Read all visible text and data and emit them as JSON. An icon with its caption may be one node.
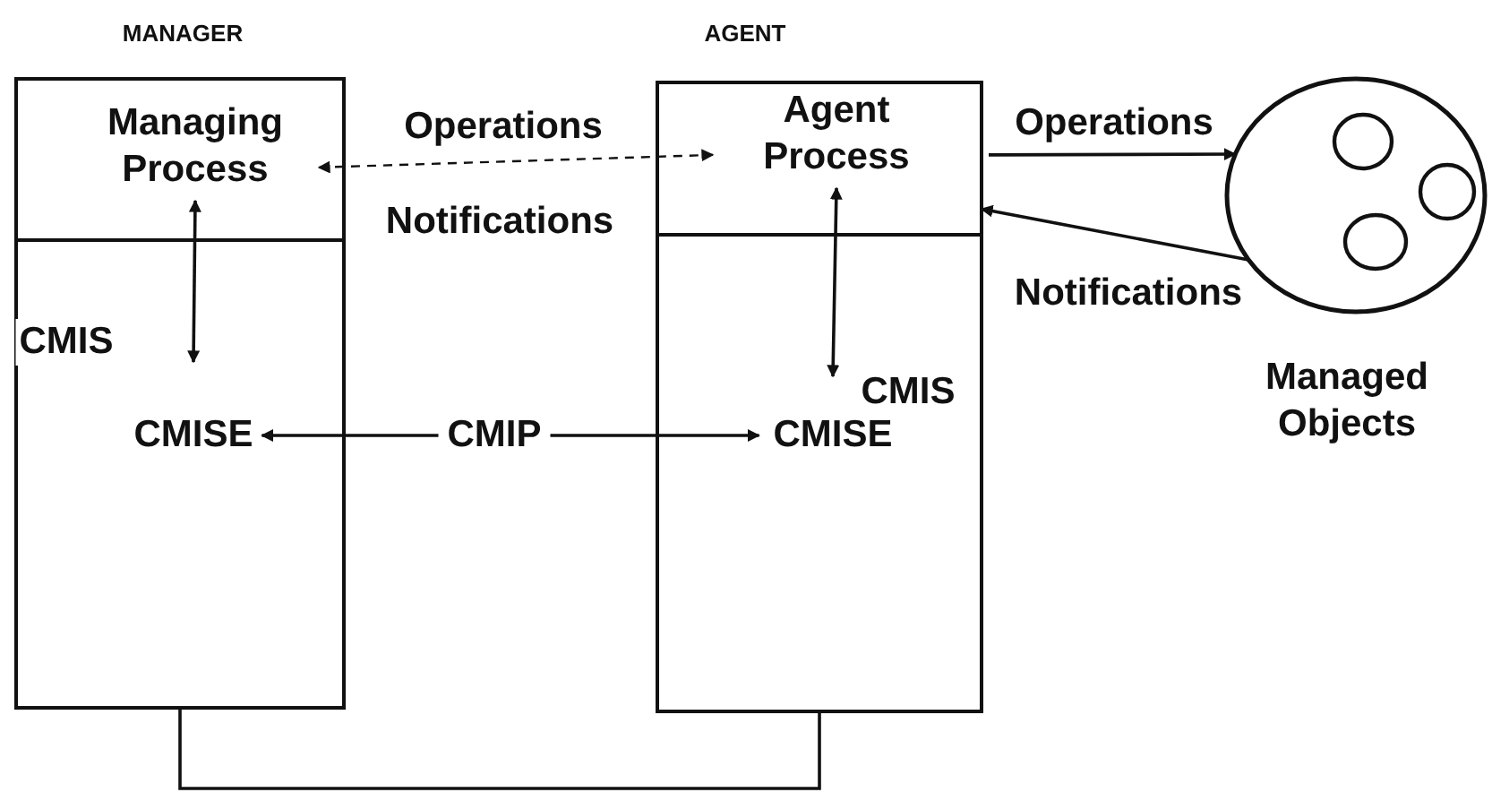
{
  "diagram": {
    "nodes": [
      {
        "text": [
          "MANAGER"
        ]
      },
      {
        "text": [
          "Managing Process"
        ],
        "in": 0
      },
      {
        "text": [
          "CMISE"
        ],
        "in": 0
      },
      {
        "text": [
          "AGENT"
        ]
      },
      {
        "text": [
          "Agent Process"
        ],
        "in": 3
      },
      {
        "text": [
          "CMISE"
        ],
        "in": 3
      },
      {
        "text": [
          "CMIP"
        ]
      },
      {
        "text": [],
        "shape": "circle",
        "beside": [
          "Managed Objects"
        ]
      }
    ],
    "edges": [
      {
        "from": 1,
        "to": 4,
        "arrow": "both",
        "style": "dashed"
      },
      {
        "from": 4,
        "to": 7,
        "arrow": "to",
        "label": "Operations"
      },
      {
        "from": 7,
        "to": 4,
        "arrow": "to",
        "label": "Notifications"
      },
      {
        "from": 1,
        "to": 2,
        "arrow": "both",
        "label": "CMIS"
      },
      {
        "from": 4,
        "to": 5,
        "arrow": "both",
        "label": "CMIS"
      },
      {
        "from": 6,
        "to": 2,
        "arrow": "to"
      },
      {
        "from": 6,
        "to": 5,
        "arrow": "to"
      },
      {
        "from": 0,
        "to": 3,
        "arrow": "none"
      }
    ],
    "labels": [
      "Operations",
      "Notifications"
    ]
  }
}
